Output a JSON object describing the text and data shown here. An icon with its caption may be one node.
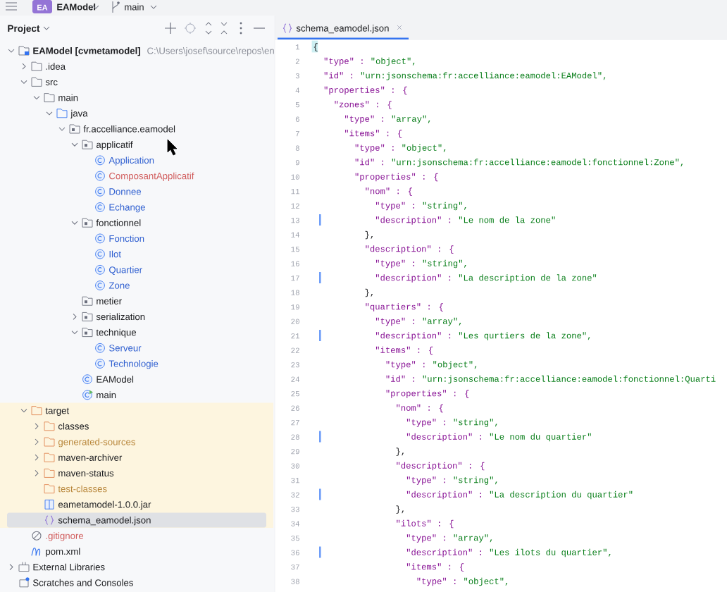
{
  "diagram": {
    "labels": [
      "EA",
      "EAModel",
      "main",
      "Project",
      "EAModel [cvmetamodel]",
      "C:\\Users\\josef\\source\\repos\\en",
      ".idea",
      "src",
      "main",
      "java",
      "fr.accelliance.eamodel",
      "applicatif",
      "Application",
      "ComposantApplicatif",
      "Donnee",
      "Echange",
      "fonctionnel",
      "Fonction",
      "Ilot",
      "Quartier",
      "Zone",
      "metier",
      "serialization",
      "technique",
      "Serveur",
      "Technologie",
      "EAModel",
      "main",
      "target",
      "classes",
      "generated-sources",
      "maven-archiver",
      "maven-status",
      "test-classes",
      "eametamodel-1.0.0.jar",
      "schema_eamodel.json",
      ".gitignore",
      "pom.xml",
      "External Libraries",
      "Scratches and Consoles",
      "schema_eamodel.json",
      "1",
      "{",
      "2",
      "\"type\" :",
      "\"object\",",
      "3",
      "\"id\" :",
      "\"urn:jsonschema:fr:accelliance:eamodel:EAModel\",",
      "4",
      "\"properties\" : {",
      "5",
      "\"zones\" : {",
      "6",
      "\"type\" :",
      "\"array\",",
      "7",
      "\"items\" : {",
      "8",
      "\"type\" :",
      "\"object\",",
      "9",
      "\"id\" :",
      "\"urn:jsonschema:fr:accelliance:eamodel:fonctionnel:Zone\",",
      "10",
      "\"properties\" : {",
      "11",
      "\"nom\" : {",
      "12",
      "\"type\" :",
      "\"string\",",
      "13",
      "\"description\" :",
      "\"Le nom de la zone\"",
      "14",
      "},",
      "15",
      "\"description\" : {",
      "16",
      "\"type\" :",
      "\"string\",",
      "17",
      "\"description\" :",
      "\"La description de la zone\"",
      "18",
      "},",
      "19",
      "\"quartiers\" : {",
      "20",
      "\"type\" :",
      "\"array\",",
      "21",
      "\"description\" :",
      "\"Les qurtiers de la zone\",",
      "22",
      "\"items\" : {",
      "23",
      "\"type\" :",
      "\"object\",",
      "24",
      "\"id\" :",
      "\"urn:jsonschema:fr:accelliance:eamodel:fonctionnel:Quarti",
      "25",
      "\"properties\" : {",
      "26",
      "\"nom\" : {",
      "27",
      "\"type\" :",
      "\"string\",",
      "28",
      "\"description\" :",
      "\"Le nom du quartier\"",
      "29",
      "},",
      "30",
      "\"description\" : {",
      "31",
      "\"type\" :",
      "\"string\",",
      "32",
      "\"description\" :",
      "\"La description du quartier\"",
      "33",
      "},",
      "34",
      "\"ilots\" : {",
      "35",
      "\"type\" :",
      "\"array\",",
      "36",
      "\"description\" :",
      "\"Les ilots du quartier\",",
      "37",
      "\"items\" : {",
      "38",
      "\"type\" :",
      "\"object\","
    ]
  }
}
